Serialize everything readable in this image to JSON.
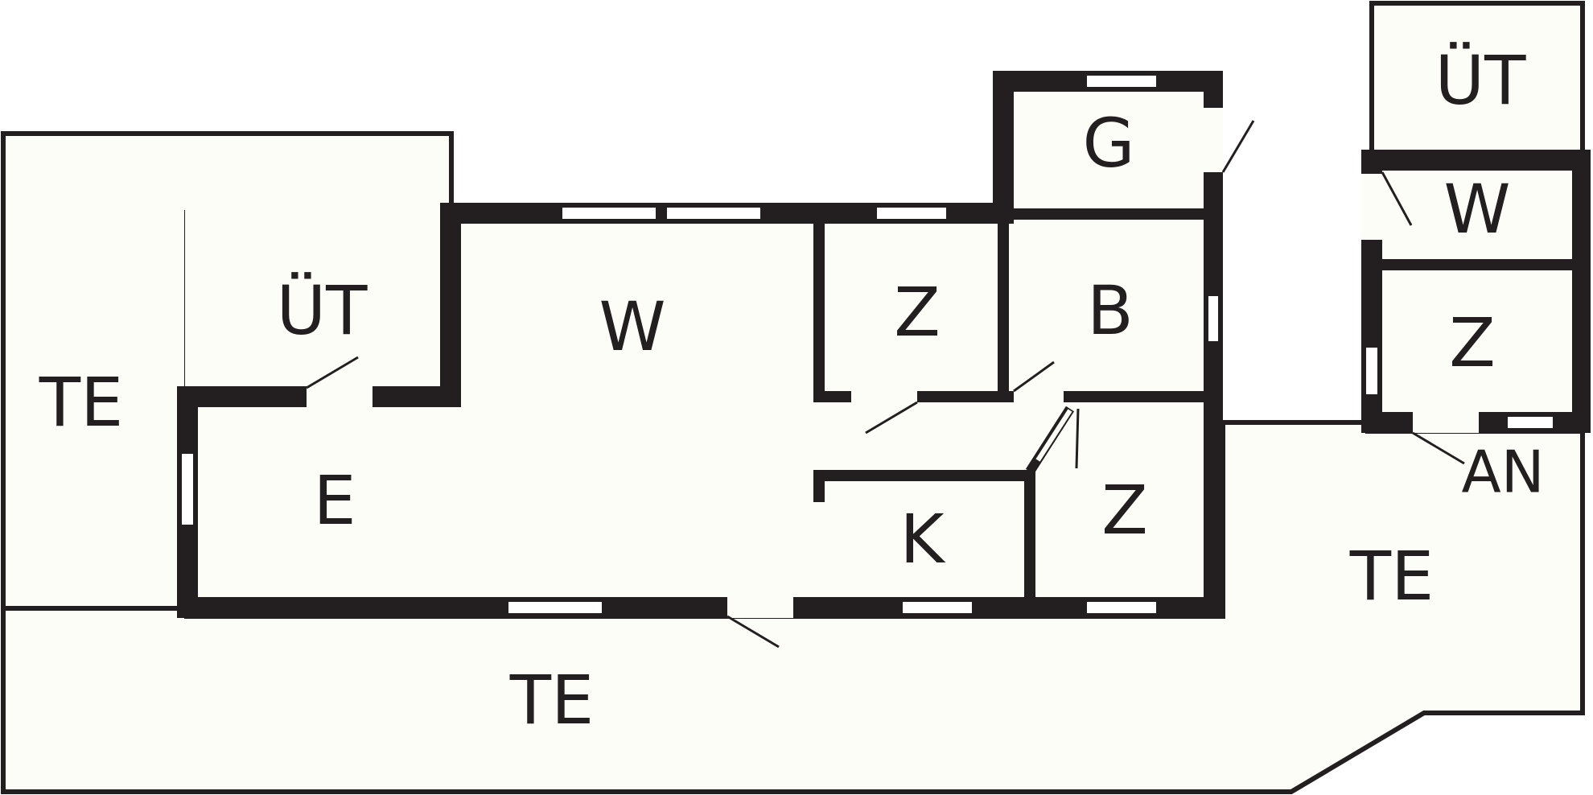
{
  "colors": {
    "floor": "#fdfdf8",
    "wall": "#231f20",
    "window": "#ffffff",
    "background": "#ffffff"
  },
  "rooms": {
    "terrace_left": "TE",
    "terrace_bottom": "TE",
    "terrace_right": "TE",
    "covered_left": "ÜT",
    "covered_annex": "ÜT",
    "living_main": "W",
    "living_annex": "W",
    "bedroom_1": "Z",
    "bedroom_2": "Z",
    "bedroom_annex": "Z",
    "entrance": "E",
    "kitchen": "K",
    "bathroom": "B",
    "garage": "G",
    "annex": "AN"
  }
}
